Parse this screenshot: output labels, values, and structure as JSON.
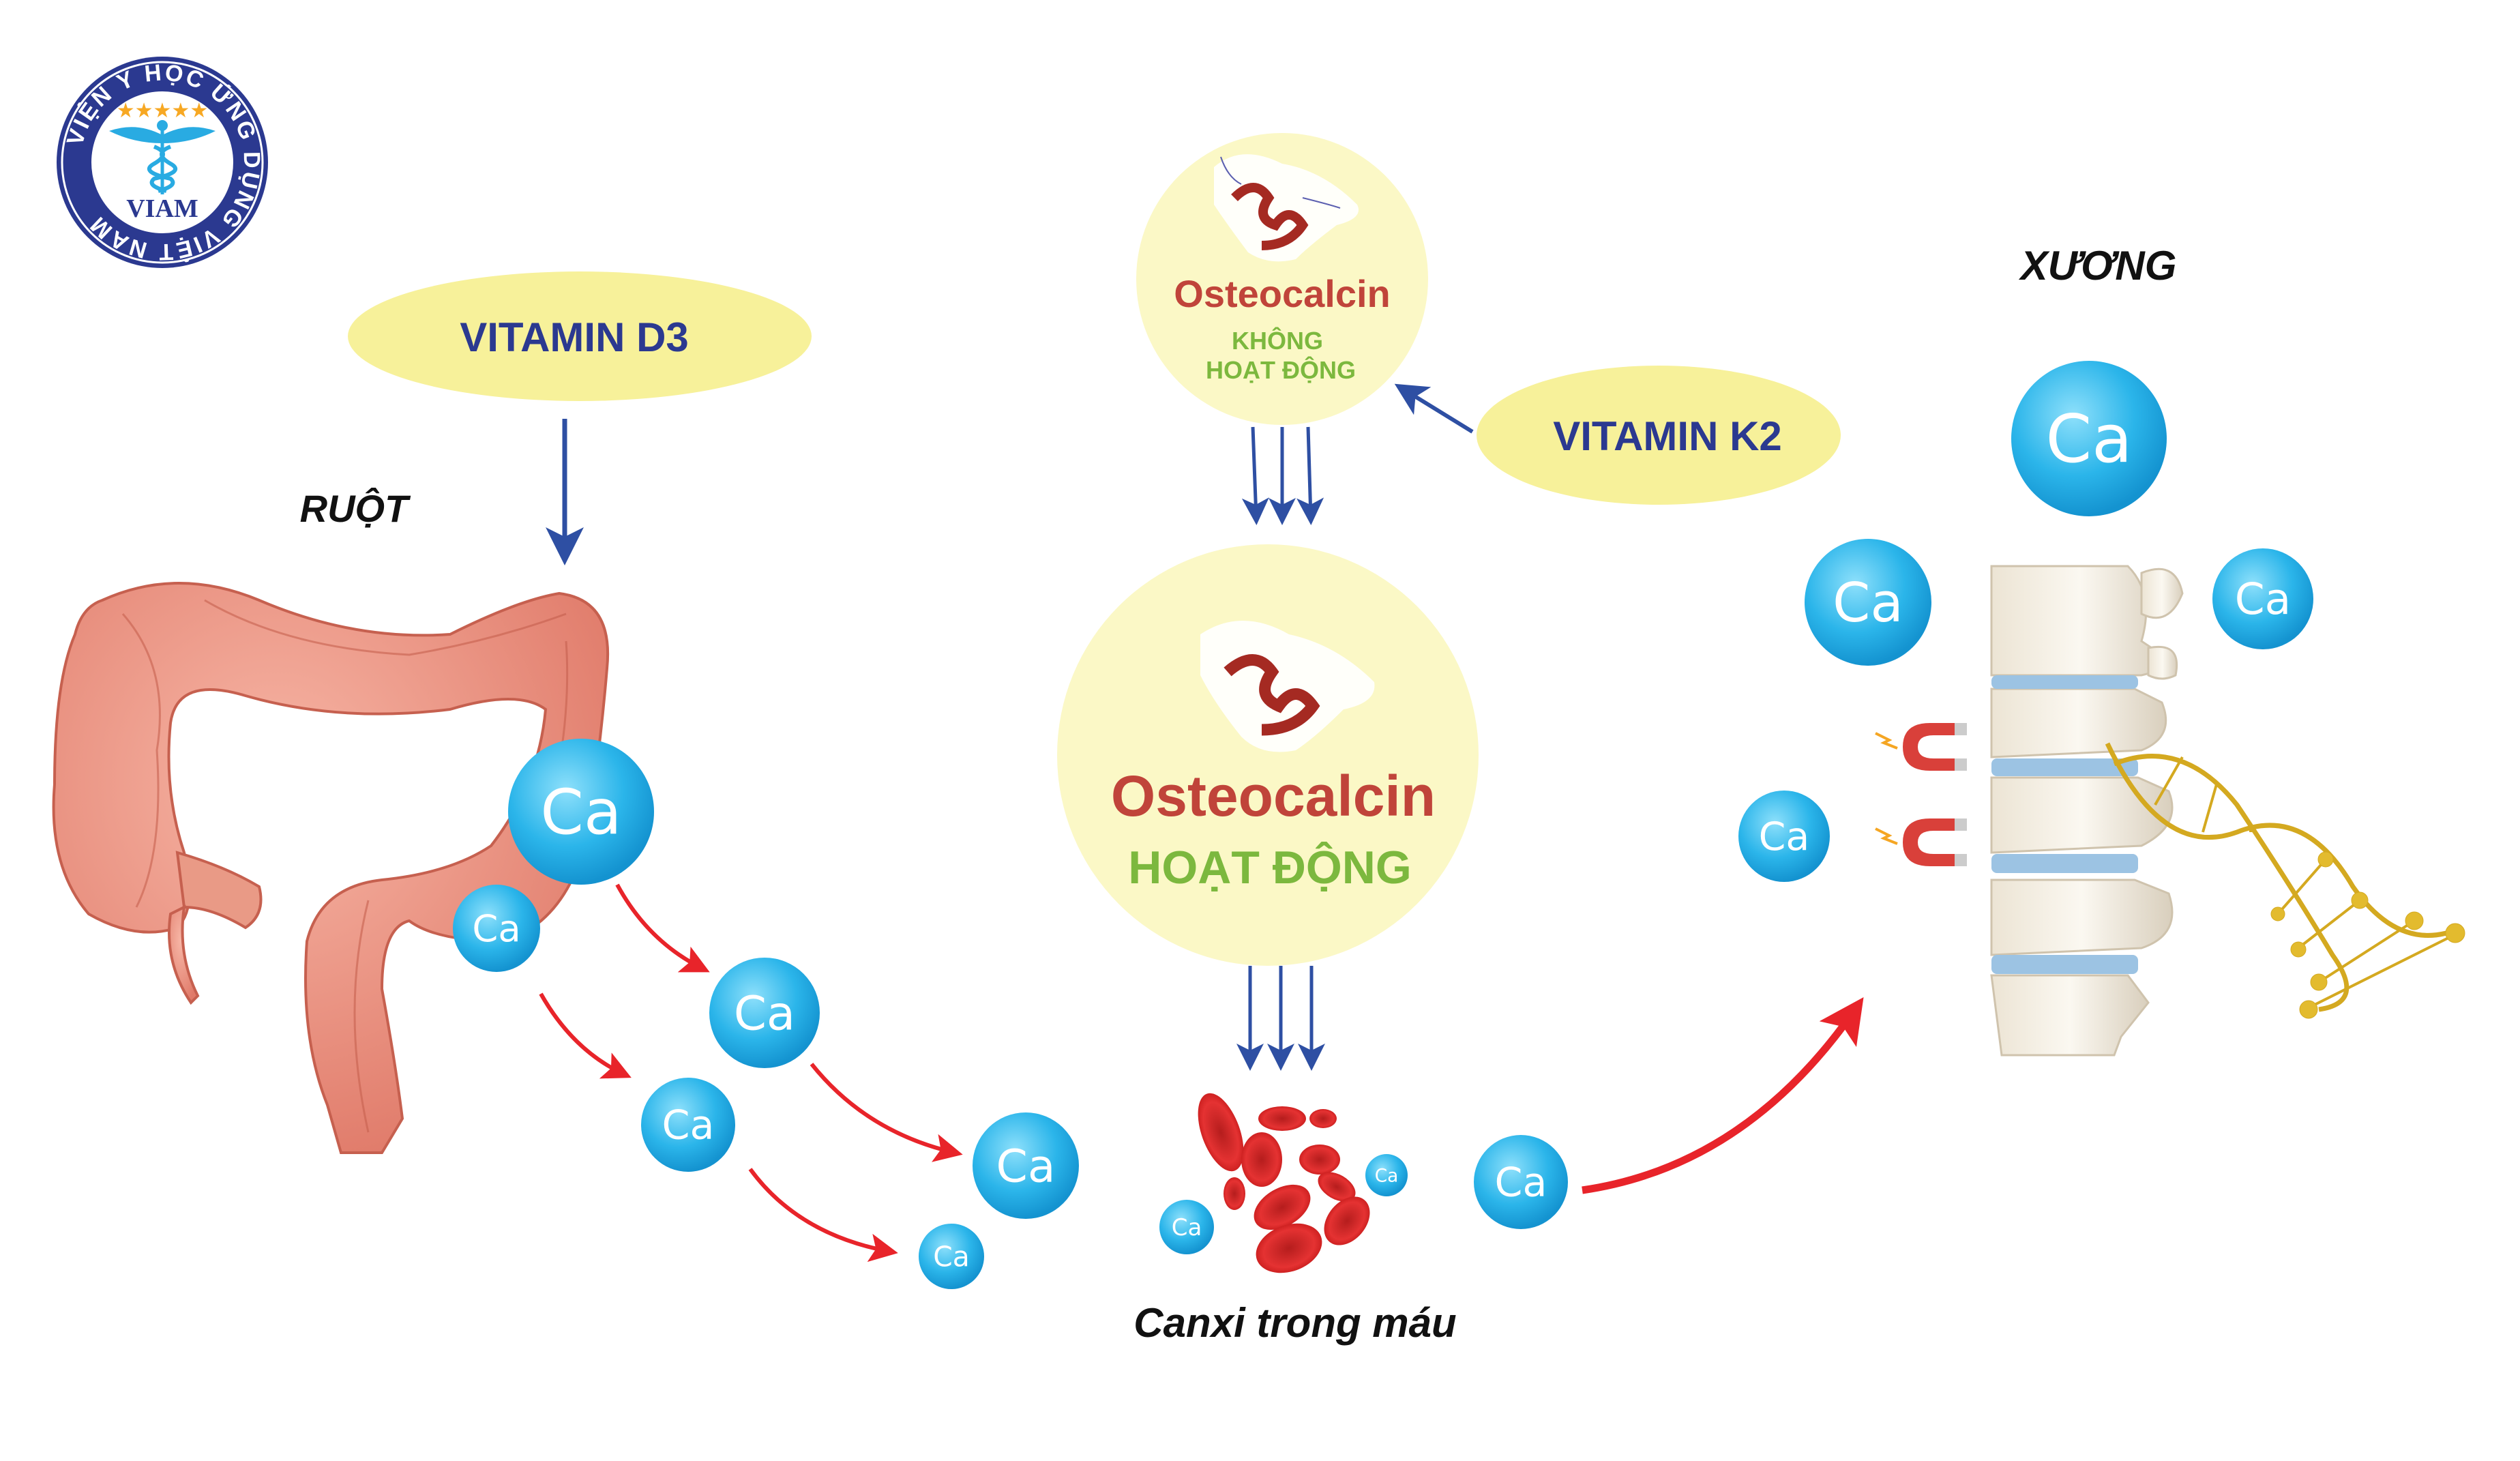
{
  "logo": {
    "ring_text": "VIỆN Y HỌC ỨNG DỤNG VIỆT NAM",
    "abbr": "VIAM",
    "colors": {
      "ring": "#2b3990",
      "accent": "#29abe2",
      "stars": "#f7a823"
    }
  },
  "labels": {
    "vitamin_d3": "VITAMIN D3",
    "vitamin_k2": "VITAMIN K2",
    "intestine": "RUỘT",
    "bone": "XƯƠNG",
    "blood_calcium": "Canxi trong máu"
  },
  "osteocalcin_inactive": {
    "name": "Osteocalcin",
    "state_line1": "KHÔNG",
    "state_line2": "HOẠT ĐỘNG"
  },
  "osteocalcin_active": {
    "name": "Osteocalcin",
    "state": "HOẠT ĐỘNG"
  },
  "calcium": {
    "label": "Ca"
  },
  "colors": {
    "ellipse": "#f7f19a",
    "circle": "#fbf8c6",
    "navy": "#2b3990",
    "arrow_blue": "#2e4fa3",
    "arrow_red": "#e8242a",
    "osteocalcin": "#c0443a",
    "green": "#7cb83e",
    "calcium_bubble": "#29b4e8"
  }
}
